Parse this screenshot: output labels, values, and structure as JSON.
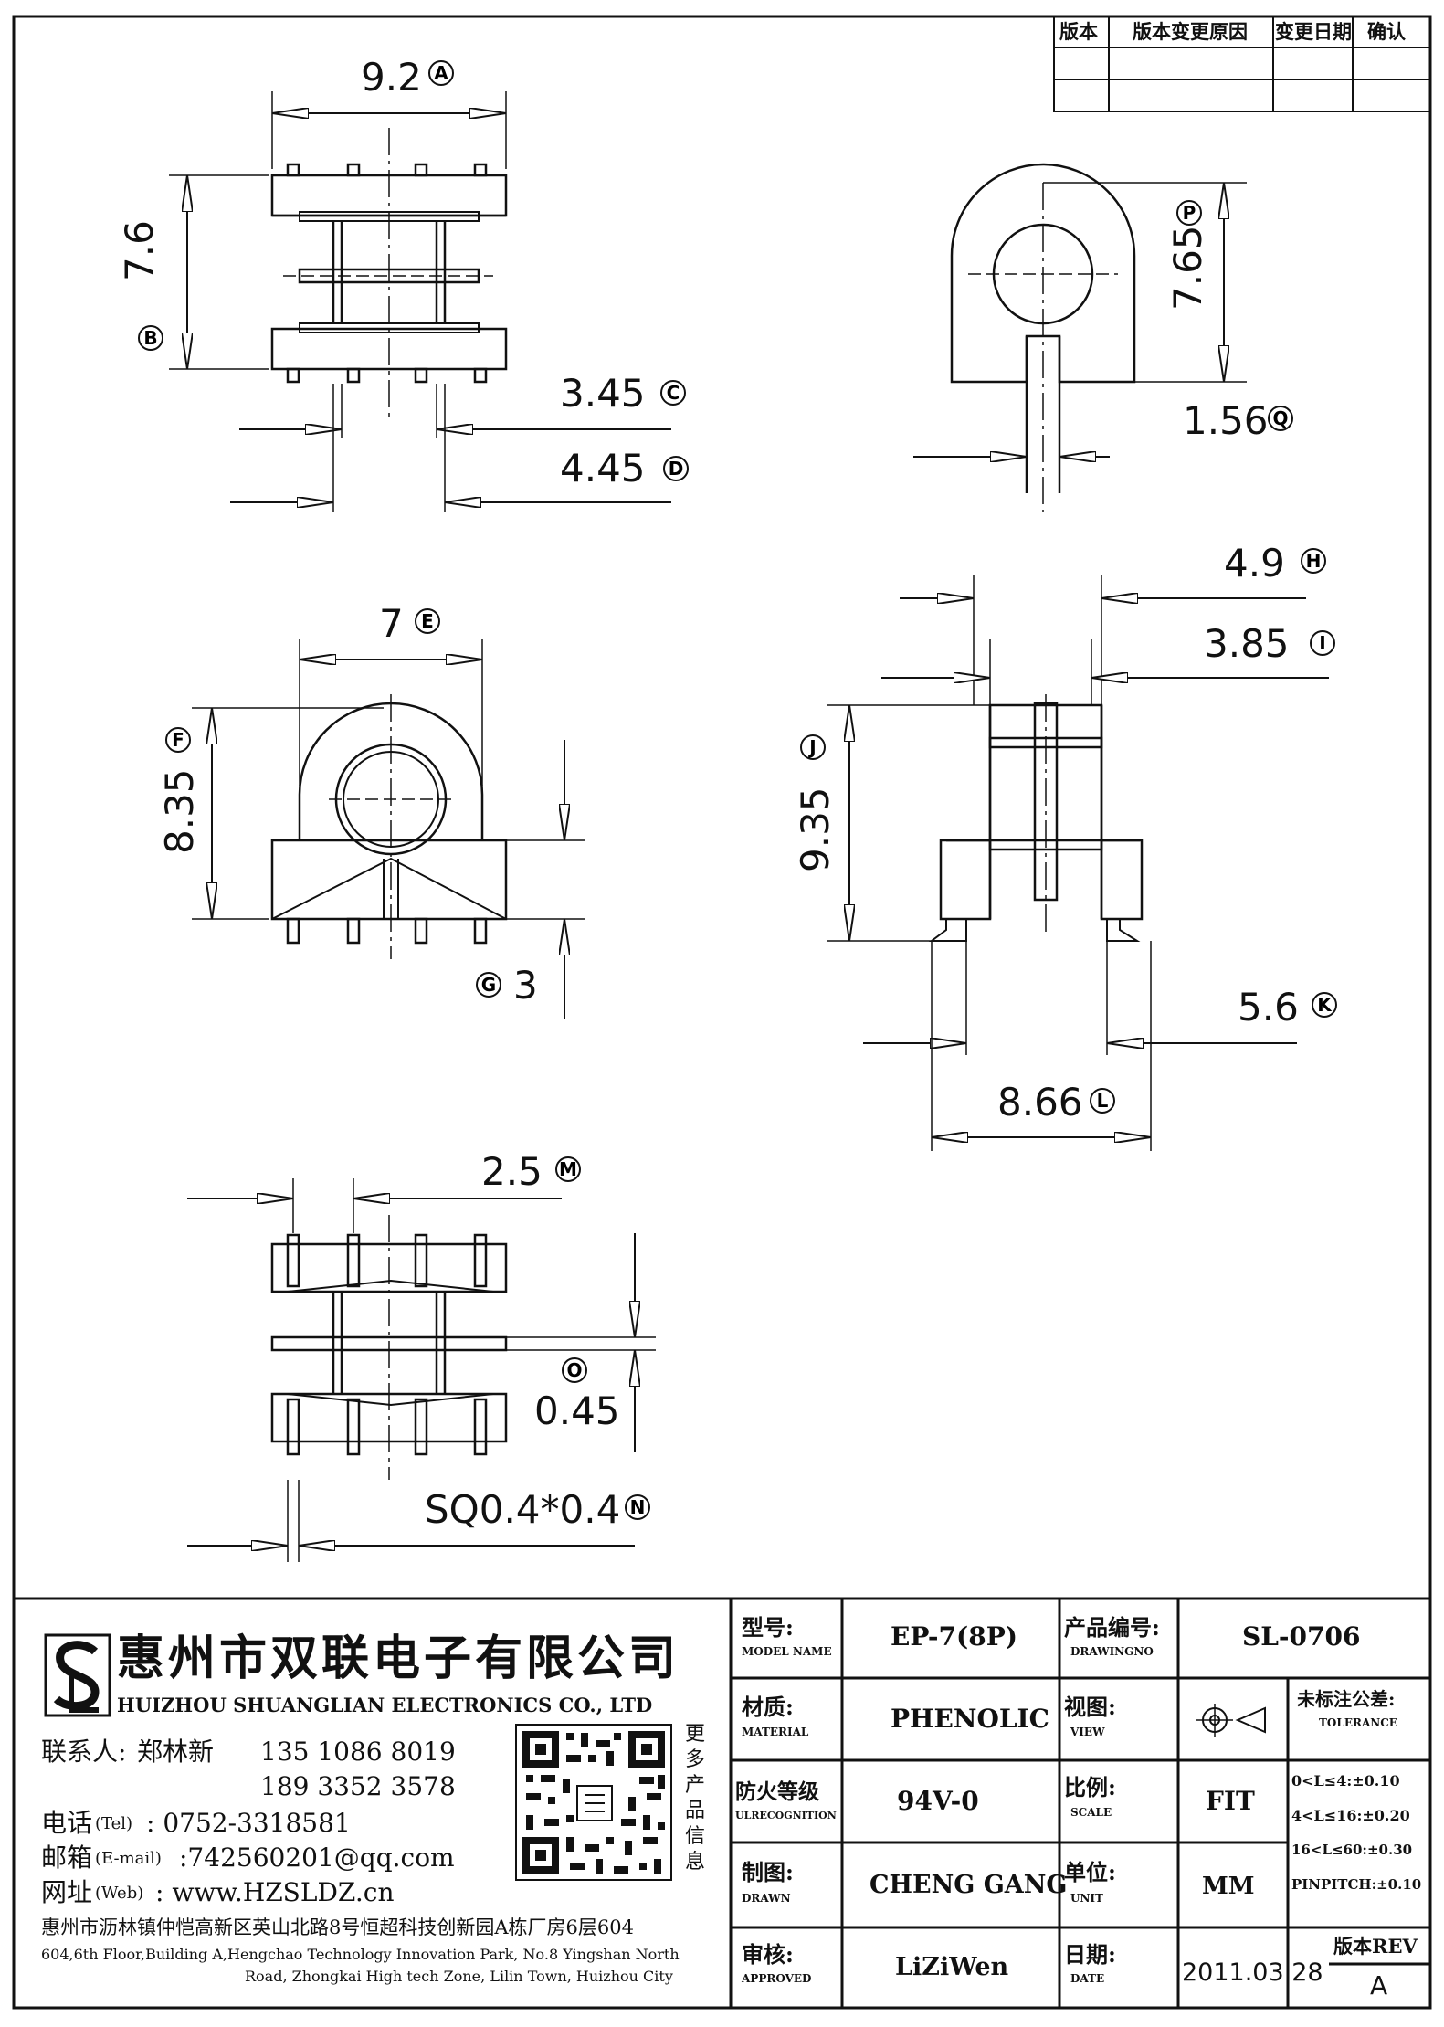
{
  "revision_table": {
    "headers": [
      "版本",
      "版本变更原因",
      "变更日期",
      "确认"
    ]
  },
  "dimensions": {
    "A": {
      "value": "9.2",
      "letter": "A"
    },
    "B": {
      "value": "7.6",
      "letter": "B"
    },
    "C": {
      "value": "3.45",
      "letter": "C"
    },
    "D": {
      "value": "4.45",
      "letter": "D"
    },
    "E": {
      "value": "7",
      "letter": "E"
    },
    "F": {
      "value": "8.35",
      "letter": "F"
    },
    "G": {
      "value": "3",
      "letter": "G"
    },
    "H": {
      "value": "4.9",
      "letter": "H"
    },
    "I": {
      "value": "3.85",
      "letter": "I"
    },
    "J": {
      "value": "9.35",
      "letter": "J"
    },
    "K": {
      "value": "5.6",
      "letter": "K"
    },
    "L": {
      "value": "8.66",
      "letter": "L"
    },
    "M": {
      "value": "2.5",
      "letter": "M"
    },
    "N": {
      "value": "SQ0.4*0.4",
      "letter": "N"
    },
    "O": {
      "value": "0.45",
      "letter": "O"
    },
    "P": {
      "value": "7.65",
      "letter": "P"
    },
    "Q": {
      "value": "1.56",
      "letter": "Q"
    }
  },
  "company": {
    "name_cn": "惠州市双联电子有限公司",
    "name_en": "HUIZHOU SHUANGLIAN ELECTRONICS CO., LTD",
    "contact_label": "联系人:",
    "contact_name": "郑林新",
    "phone1": "135 1086 8019",
    "phone2": "189 3352 3578",
    "tel_label": "电话",
    "tel_sub": "(Tel)",
    "tel": ": 0752-3318581",
    "email_label": "邮箱",
    "email_sub": "(E-mail)",
    "email": ":742560201@qq.com",
    "web_label": "网址",
    "web_sub": "(Web)",
    "web": ": www.HZSLDZ.cn",
    "more_products": [
      "更",
      "多",
      "产",
      "品",
      "信",
      "息"
    ],
    "address_cn": "惠州市沥林镇仲恺高新区英山北路8号恒超科技创新园A栋厂房6层604",
    "address_en_1": "604,6th Floor,Building A,Hengchao Technology Innovation Park, No.8 Yingshan North",
    "address_en_2": "Road, Zhongkai High tech Zone, Lilin Town, Huizhou City"
  },
  "title_block": {
    "model_label": "型号:",
    "model_sub": "MODEL NAME",
    "model": "EP-7(8P)",
    "drawing_label": "产品编号:",
    "drawing_sub": "DRAWINGNO",
    "drawing_no": "SL-0706",
    "material_label": "材质:",
    "material_sub": "MATERIAL",
    "material": "PHENOLIC",
    "view_label": "视图:",
    "view_sub": "VIEW",
    "tolerance_label": "未标注公差:",
    "tolerance_sub": "TOLERANCE",
    "tolerances": [
      "0<L≤4:±0.10",
      "4<L≤16:±0.20",
      "16<L≤60:±0.30",
      "PINPITCH:±0.10"
    ],
    "ul_label": "防火等级",
    "ul_sub": "ULRECOGNITION",
    "ul": "94V-0",
    "scale_label": "比例:",
    "scale_sub": "SCALE",
    "scale": "FIT",
    "drawn_label": "制图:",
    "drawn_sub": "DRAWN",
    "drawn": "CHENG GANG",
    "unit_label": "单位:",
    "unit_sub": "UNIT",
    "unit": "MM",
    "approved_label": "审核:",
    "approved_sub": "APPROVED",
    "approved": "LiZiWen",
    "date_label": "日期:",
    "date_sub": "DATE",
    "date": "2011.03.28",
    "rev_label": "版本REV",
    "rev": "A"
  }
}
